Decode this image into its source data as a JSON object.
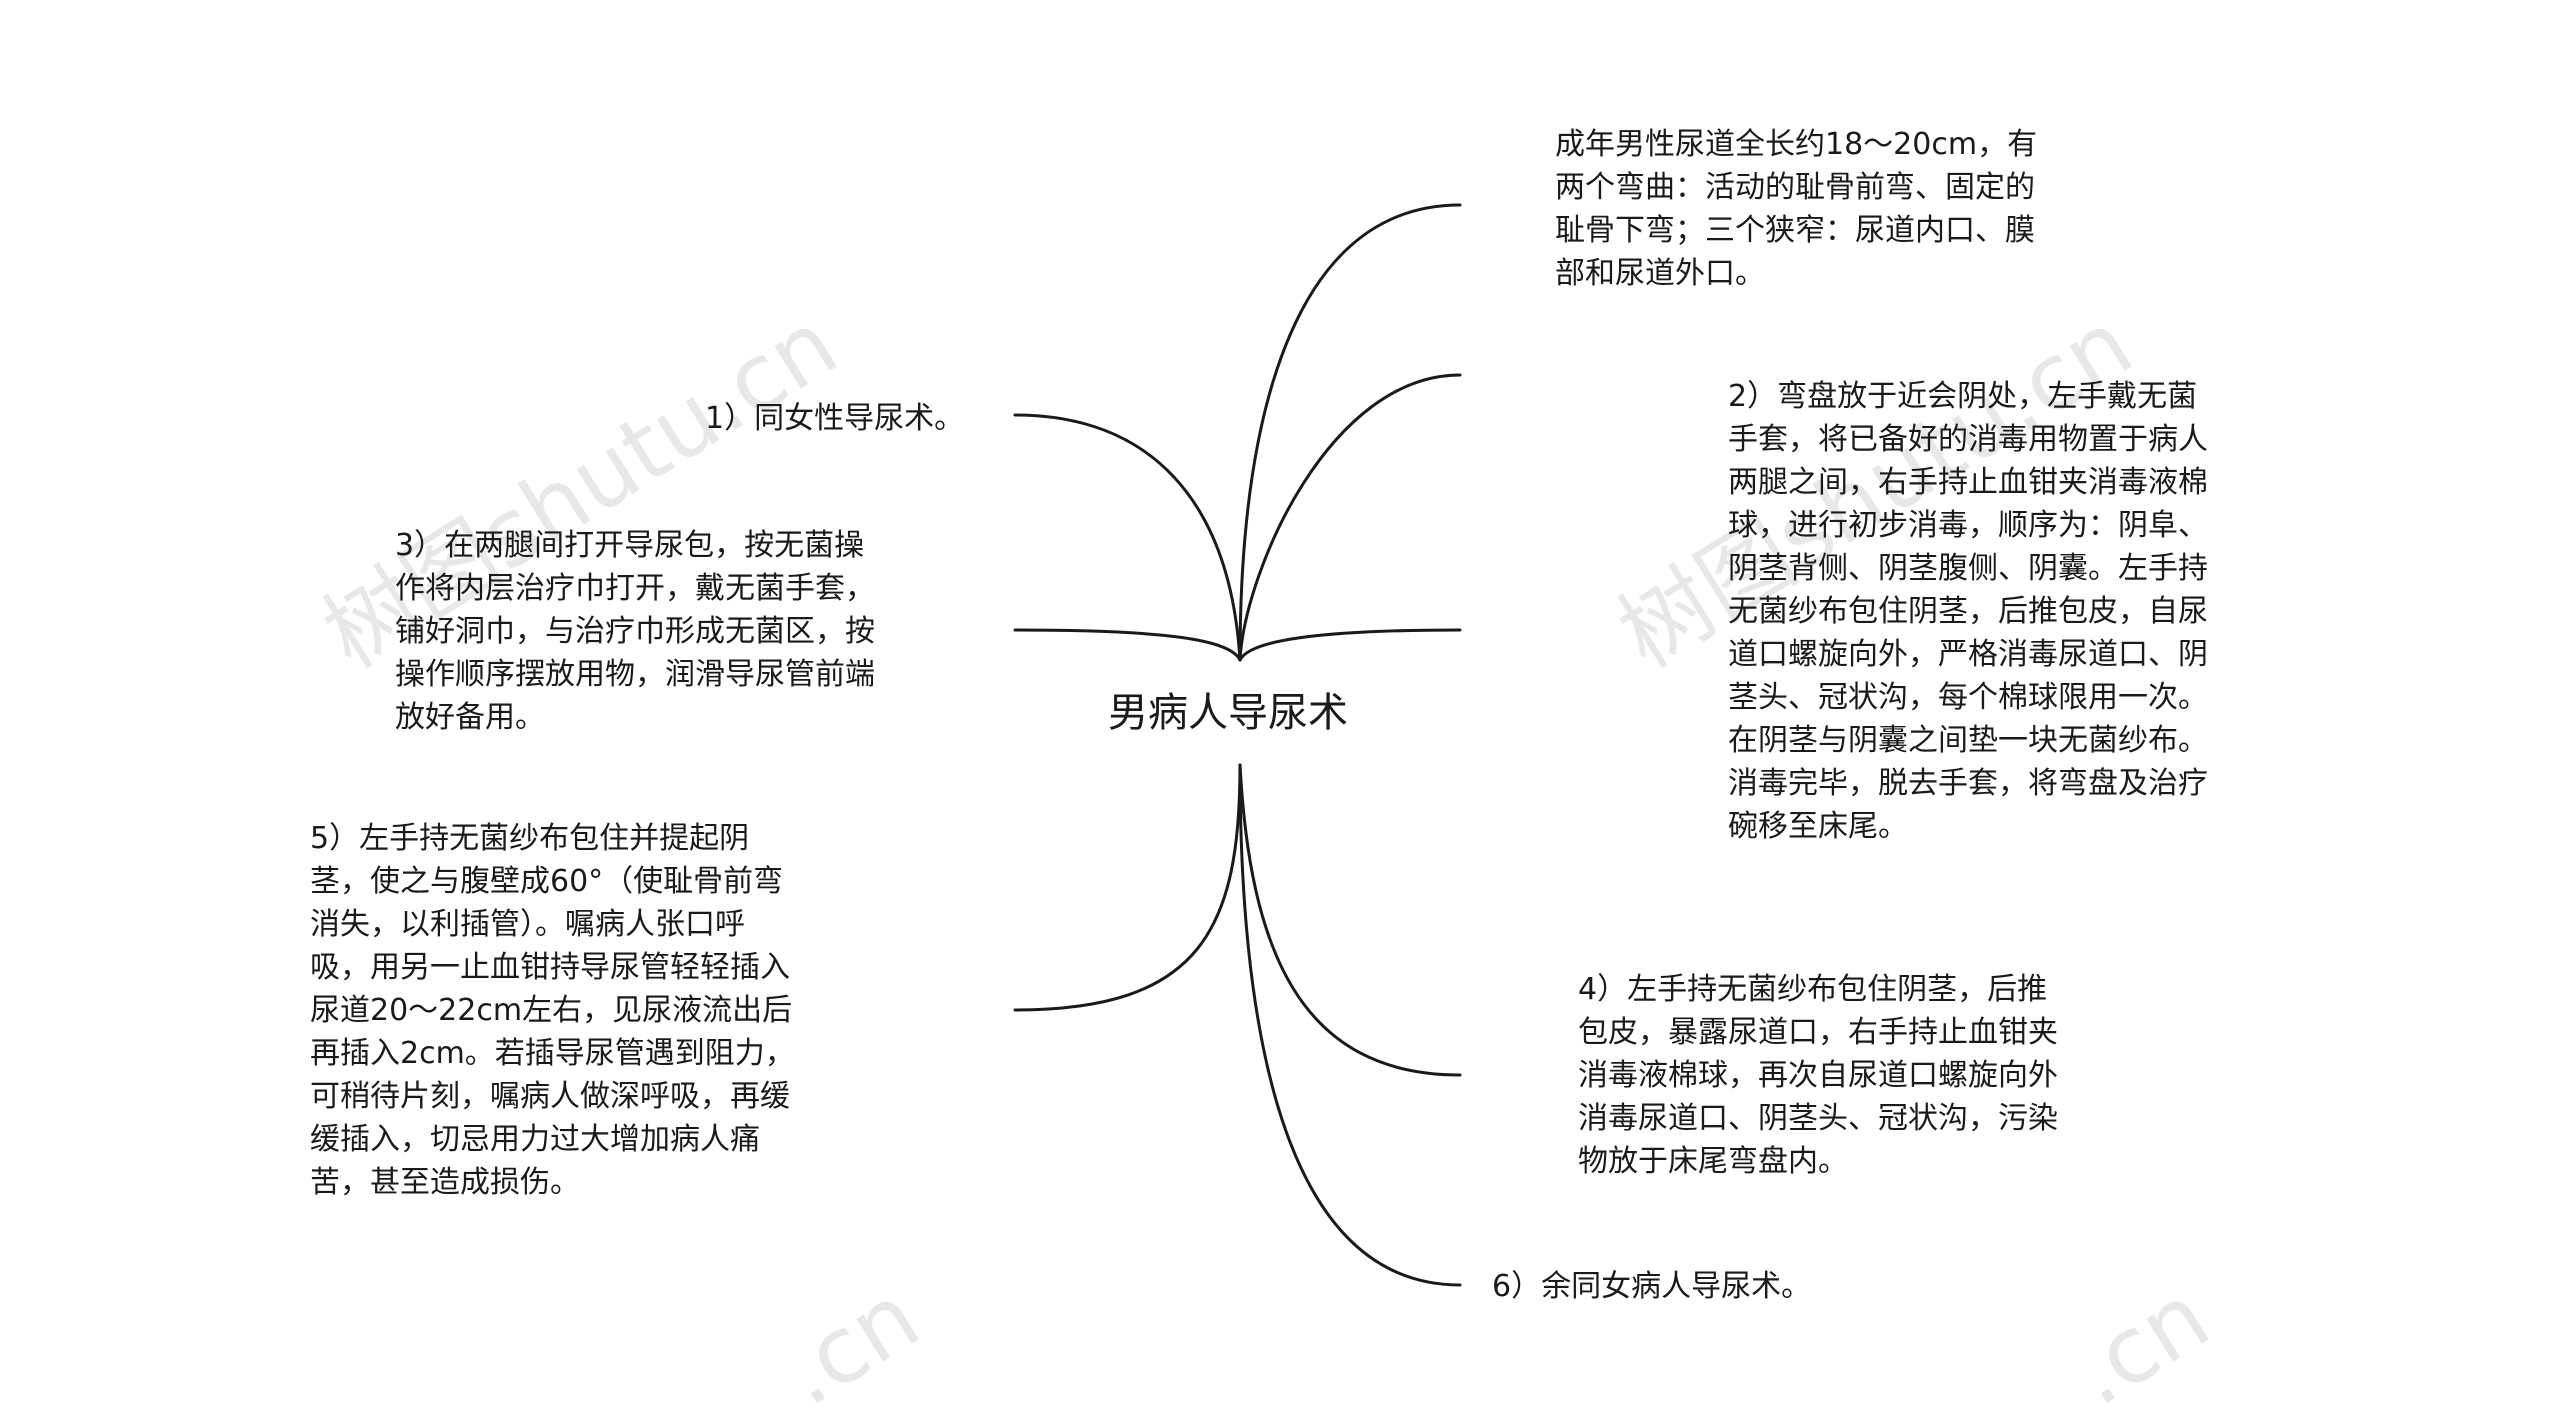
{
  "root": {
    "title": "男病人导尿术"
  },
  "branches": {
    "anatomy": "成年男性尿道全长约18～20cm，有两个弯曲：活动的耻骨前弯、固定的耻骨下弯；三个狭窄：尿道内口、膜部和尿道外口。",
    "step1": "1）同女性导尿术。",
    "step2": "2）弯盘放于近会阴处，左手戴无菌手套，将已备好的消毒用物置于病人两腿之间，右手持止血钳夹消毒液棉球，进行初步消毒，顺序为：阴阜、阴茎背侧、阴茎腹侧、阴囊。左手持无菌纱布包住阴茎，后推包皮，自尿道口螺旋向外，严格消毒尿道口、阴茎头、冠状沟，每个棉球限用一次。在阴茎与阴囊之间垫一块无菌纱布。消毒完毕，脱去手套，将弯盘及治疗碗移至床尾。",
    "step3": "3）在两腿间打开导尿包，按无菌操作将内层治疗巾打开，戴无菌手套，铺好洞巾，与治疗巾形成无菌区，按操作顺序摆放用物，润滑导尿管前端放好备用。",
    "step4": "4）左手持无菌纱布包住阴茎，后推包皮，暴露尿道口，右手持止血钳夹消毒液棉球，再次自尿道口螺旋向外消毒尿道口、阴茎头、冠状沟，污染物放于床尾弯盘内。",
    "step5": "5）左手持无菌纱布包住并提起阴茎，使之与腹壁成60°（使耻骨前弯消失，以利插管）。嘱病人张口呼吸，用另一止血钳持导尿管轻轻插入尿道20～22cm左右，见尿液流出后再插入2cm。若插导尿管遇到阻力，可稍待片刻，嘱病人做深呼吸，再缓缓插入，切忌用力过大增加病人痛苦，甚至造成损伤。",
    "step6": "6）余同女病人导尿术。"
  },
  "watermark": {
    "text_full": "树图shutu.cn",
    "text_partial": ".cn",
    "color": "#bebebe"
  },
  "colors": {
    "line": "#1a1a1a",
    "text": "#1a1a1a",
    "background": "#ffffff"
  }
}
